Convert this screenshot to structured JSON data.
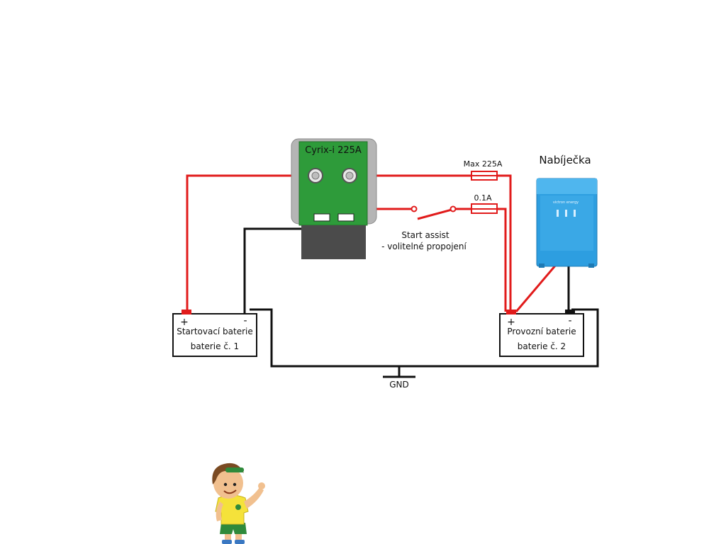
{
  "cyrix": {
    "label": "Cyrix-i 225A"
  },
  "fuses": {
    "main": "Max 225A",
    "assist": "0.1A"
  },
  "start_assist": {
    "line1": "Start assist",
    "line2": "- volitelné propojení"
  },
  "charger": {
    "title": "Nabíječka",
    "brand": "victron energy"
  },
  "battery1": {
    "plus": "+",
    "minus": "-",
    "line1": "Startovací baterie",
    "line2": "baterie č. 1"
  },
  "battery2": {
    "plus": "+",
    "minus": "-",
    "line1": "Provozní baterie",
    "line2": "baterie č. 2"
  },
  "ground": {
    "label": "GND"
  },
  "colors": {
    "positive_wire": "#e11b1b",
    "negative_wire": "#111111",
    "relay_board": "#2e9b3a",
    "charger_body": "#2d9ee0"
  },
  "icons": {
    "mascot": "boy-pointing-icon",
    "fuse": "fuse-icon",
    "switch": "switch-icon"
  }
}
